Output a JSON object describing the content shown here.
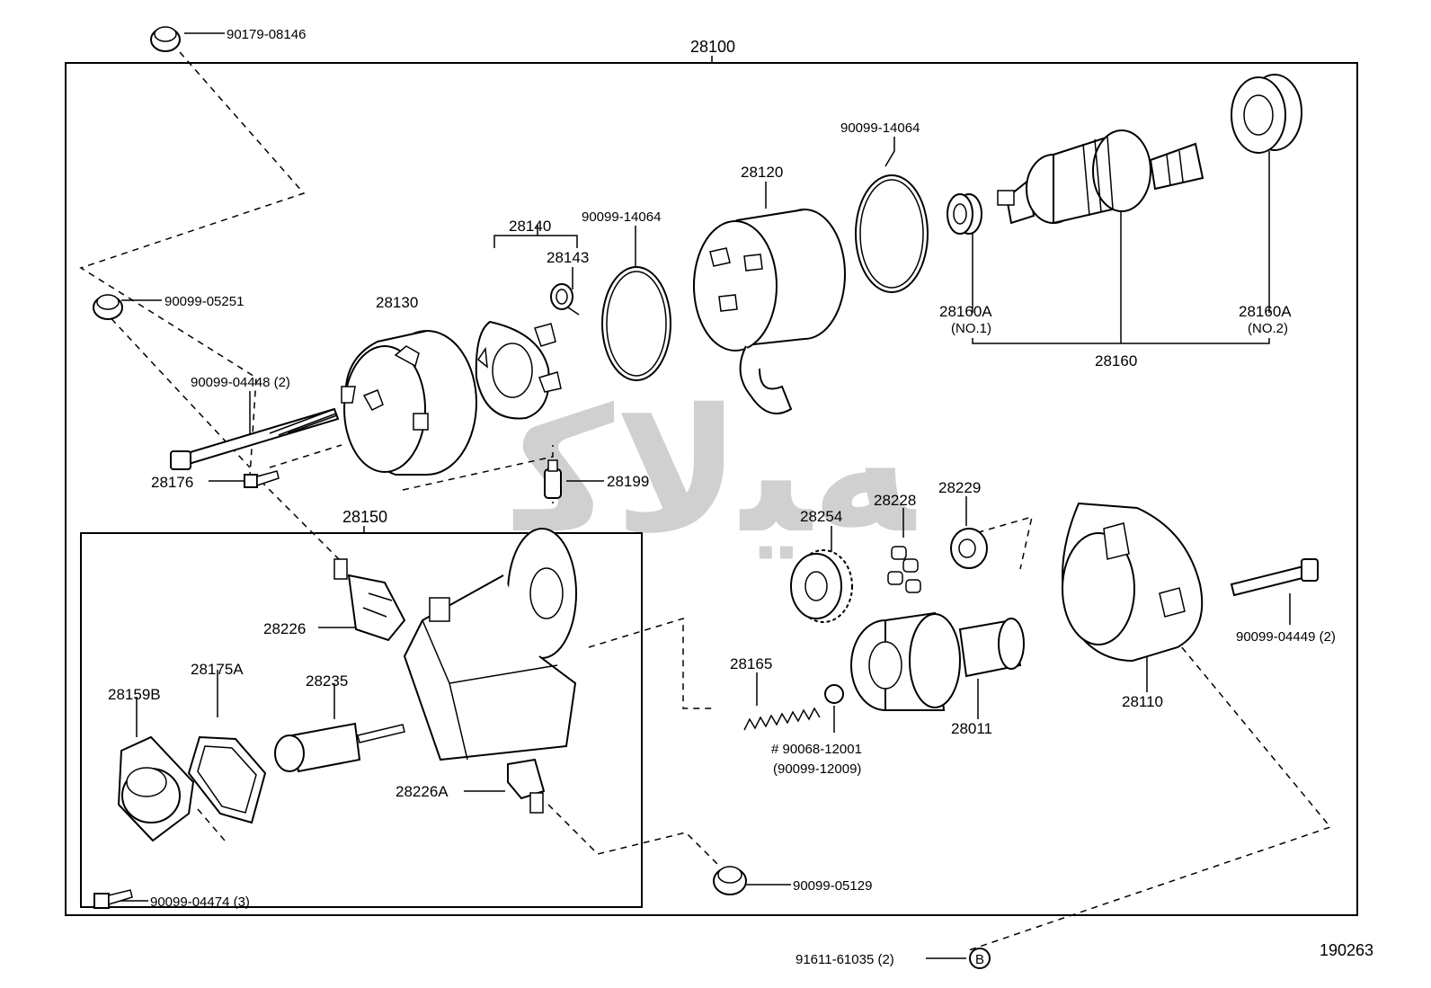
{
  "diagram": {
    "assembly_number": "28100",
    "sub_assembly_number": "28150",
    "ref_code": "190263",
    "watermark_text": "ﻪﻴﻟﺎﻛ"
  },
  "labels": {
    "p90179_08146": "90179-08146",
    "p90099_05251": "90099-05251",
    "p90099_04448": "90099-04448 (2)",
    "p28176": "28176",
    "p28130": "28130",
    "p28140": "28140",
    "p28143": "28143",
    "p90099_14064_a": "90099-14064",
    "p28120": "28120",
    "p90099_14064_b": "90099-14064",
    "p28160a_1": "28160A",
    "p28160a_1_sub": "(NO.1)",
    "p28160a_2": "28160A",
    "p28160a_2_sub": "(NO.2)",
    "p28160": "28160",
    "p28199": "28199",
    "p28226": "28226",
    "p28175a": "28175A",
    "p28235": "28235",
    "p28159b": "28159B",
    "p28226a": "28226A",
    "p90099_04474": "90099-04474 (3)",
    "p28254": "28254",
    "p28228": "28228",
    "p28229": "28229",
    "p28165": "28165",
    "p90068_12001": "# 90068-12001",
    "p90099_12009": "(90099-12009)",
    "p28011": "28011",
    "p28110": "28110",
    "p90099_04449": "90099-04449 (2)",
    "p90099_05129": "90099-05129",
    "p91611_61035": "91611-61035 (2)",
    "callout_b": "B"
  }
}
